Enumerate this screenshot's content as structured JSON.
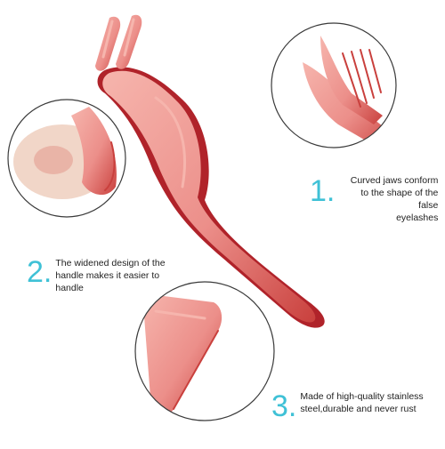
{
  "colors": {
    "tool_main": "#ec8f8a",
    "tool_light": "#f6b5ad",
    "tool_dark": "#c9403d",
    "tool_edge": "#b0232a",
    "number_accent": "#3fc1d6",
    "circle_border": "#3a3a3a",
    "skin": "#f1d6c8",
    "nail": "#e9b4a7"
  },
  "icons": [
    "eyelash-tweezer-product",
    "detail-circle-jaws",
    "detail-circle-finger-grip",
    "detail-circle-handle-tip"
  ],
  "features": [
    {
      "number": "1.",
      "text": "Curved jaws conform\nto the shape of the false\neyelashes"
    },
    {
      "number": "2.",
      "text": "The widened design of the\nhandle makes it easier to\nhandle"
    },
    {
      "number": "3.",
      "text": "Made of high-quality stainless\nsteel,durable and never rust"
    }
  ]
}
